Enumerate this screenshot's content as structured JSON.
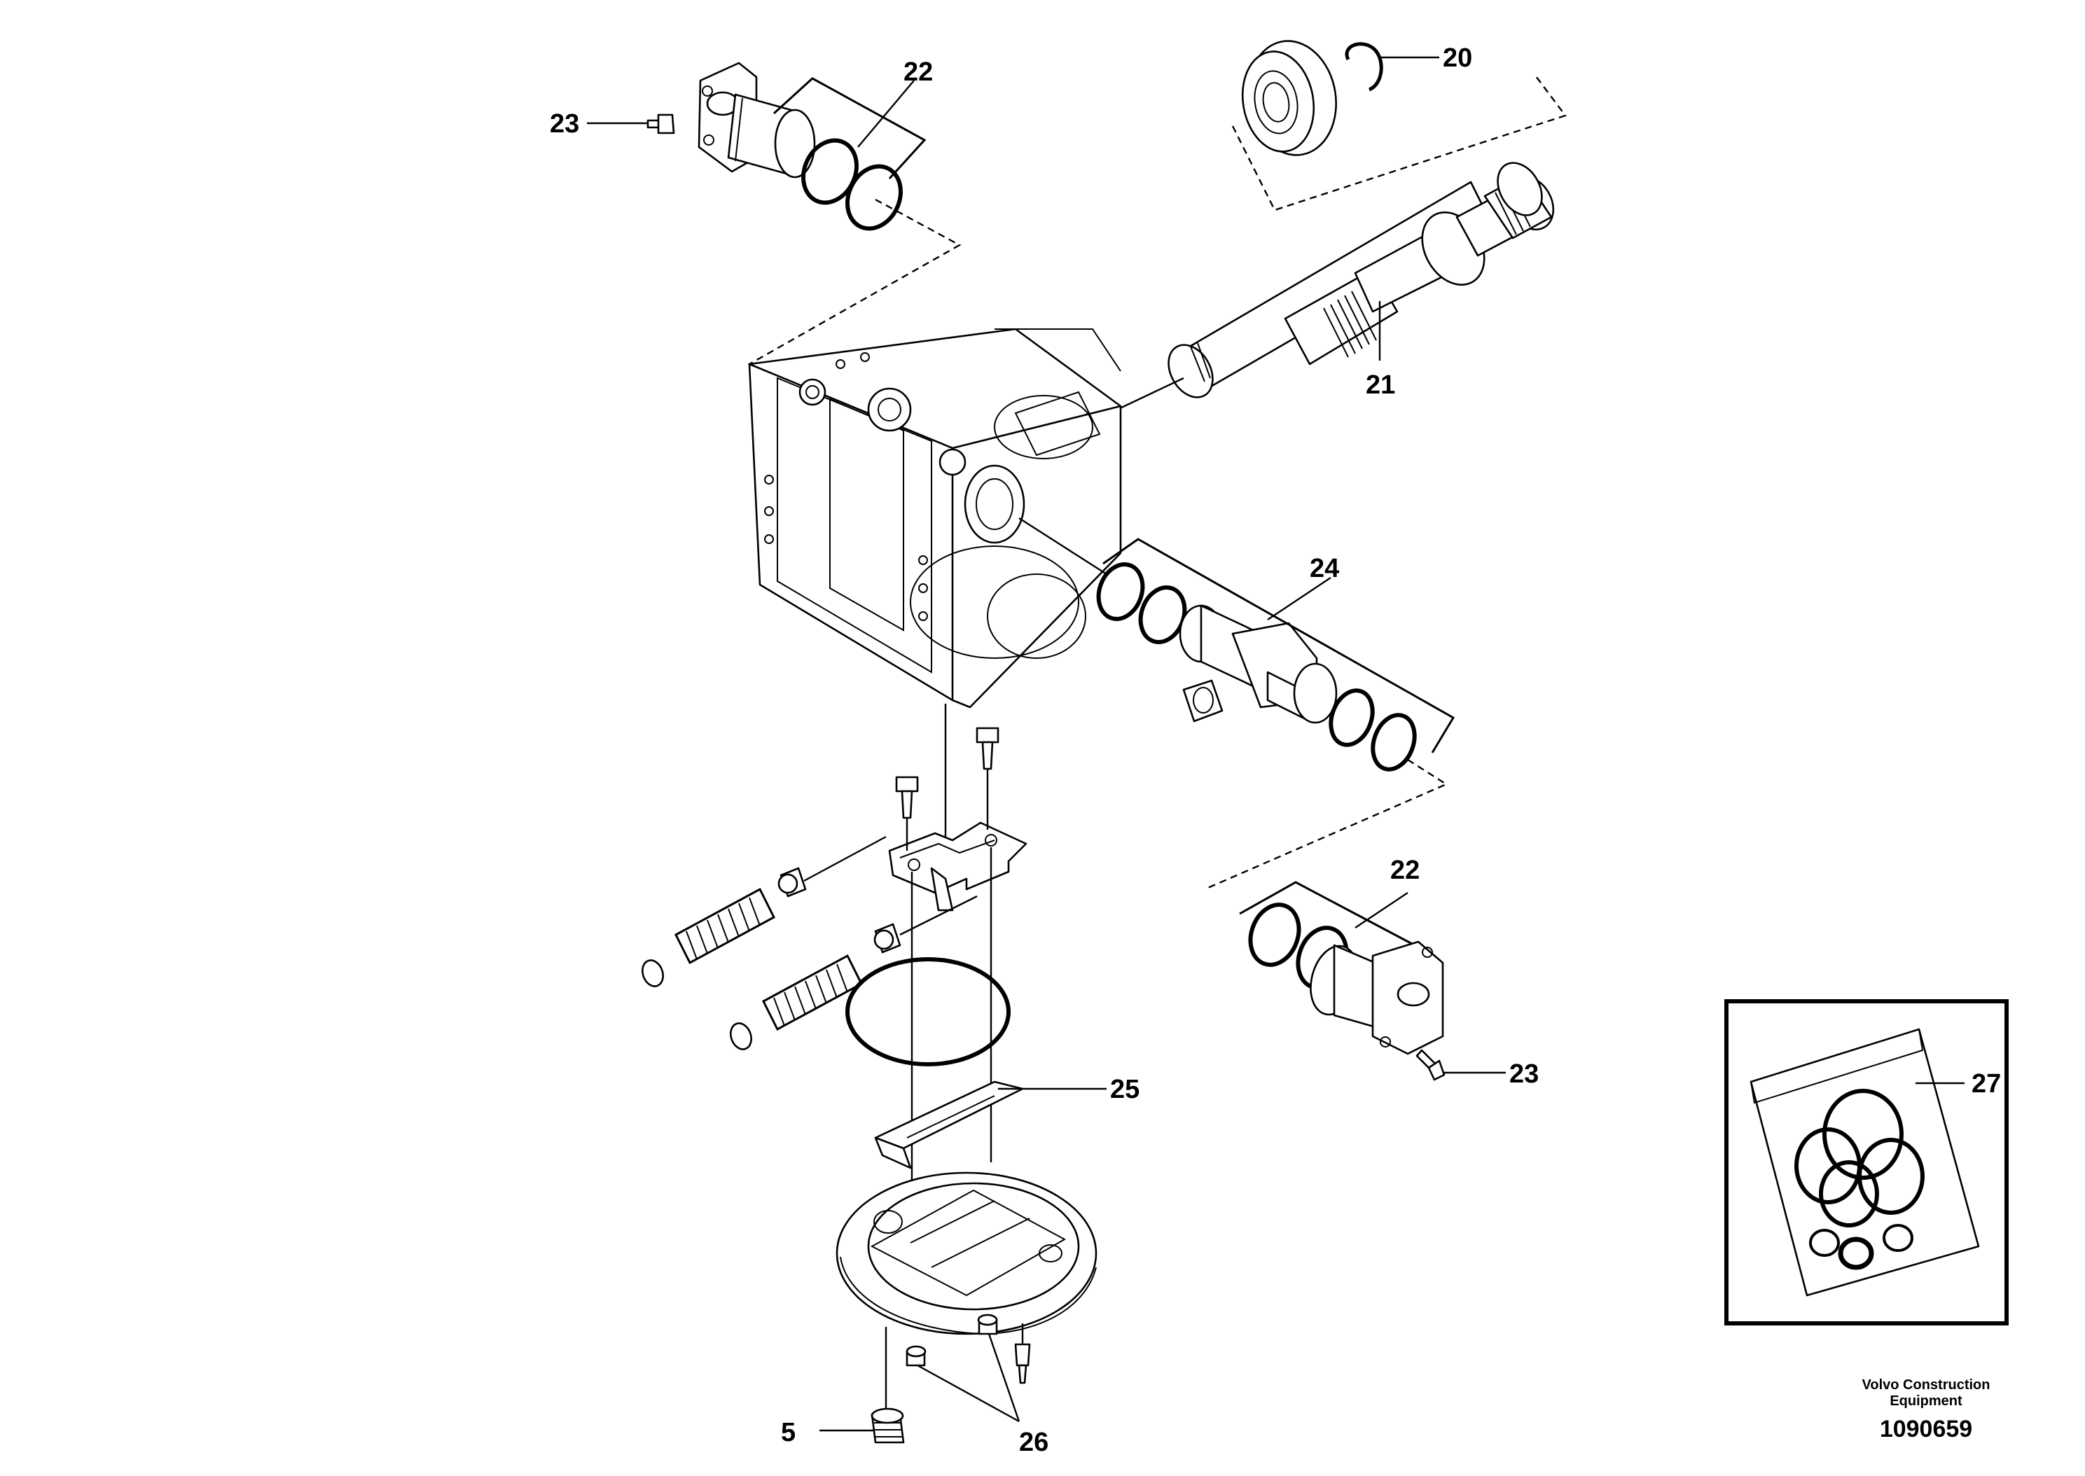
{
  "callouts": {
    "c20": "20",
    "c21": "21",
    "c22_top": "22",
    "c22_right": "22",
    "c23_top": "23",
    "c23_right": "23",
    "c24": "24",
    "c25": "25",
    "c26": "26",
    "c27": "27",
    "c5": "5"
  },
  "footer": {
    "brand_line1": "Volvo Construction",
    "brand_line2": "Equipment",
    "doc_number": "1090659"
  }
}
